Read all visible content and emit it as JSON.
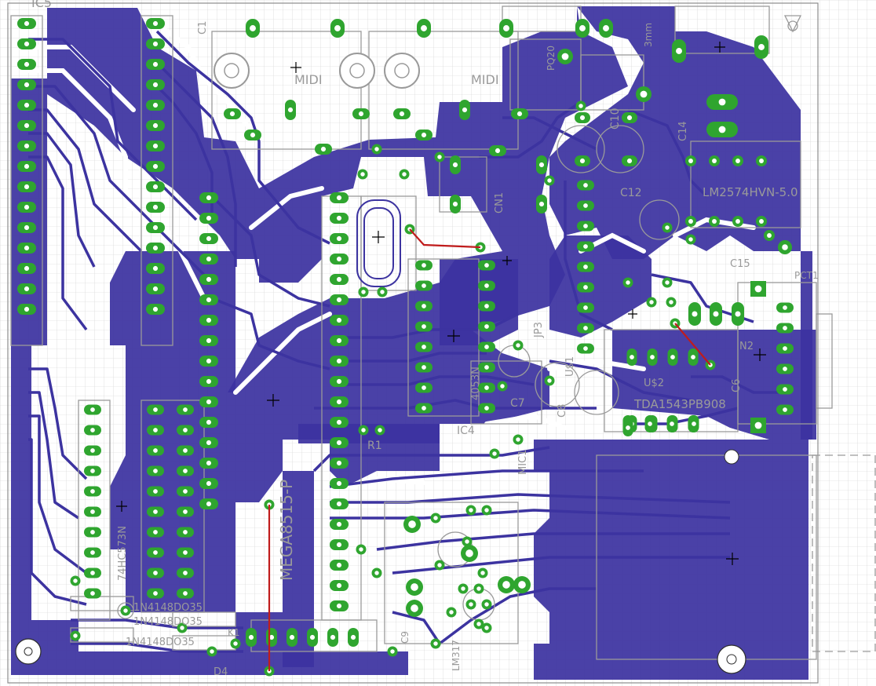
{
  "colors": {
    "background": "#ffffff",
    "grid": "#c8c8c8",
    "copper_bottom": "#3c33a0",
    "trace": "#3c33a0",
    "pad": "#2fa52f",
    "pad_hole": "#ffffff",
    "silkscreen": "#9a9a9a",
    "outline": "#8c8c8c",
    "airwire": "#c01c1c",
    "crosshair": "#000000"
  },
  "labels": {
    "ic5": "IC5",
    "midi_left": "MIDI",
    "midi_right": "MIDI",
    "lm2574": "LM2574HVN-5.0",
    "mega": "MEGA8515-P",
    "ic4": "IC4",
    "r1": "R1",
    "ic4_part": "4053N",
    "c7": "C7",
    "c8": "C8",
    "c6": "C6",
    "c10": "C10",
    "c12": "C12",
    "c14": "C14",
    "c15": "C15",
    "tda": "TDA1543PB908",
    "us2": "U$2",
    "us1": "U$1",
    "jp3": "JP3",
    "cn1": "CN1",
    "c1": "C1",
    "d4": "D4",
    "lm317": "LM317",
    "mic1": "MIC1",
    "diode_a": "1N4148DO35",
    "diode_b": "1N4148DO35",
    "diode_c": "1N4148DO35",
    "ic3_part": "74HC573N",
    "pct1": "PCT1",
    "n2": "N2",
    "c9": "C9",
    "k1": "K1",
    "dim_3mm": "3mm",
    "pq": "PQ20"
  }
}
